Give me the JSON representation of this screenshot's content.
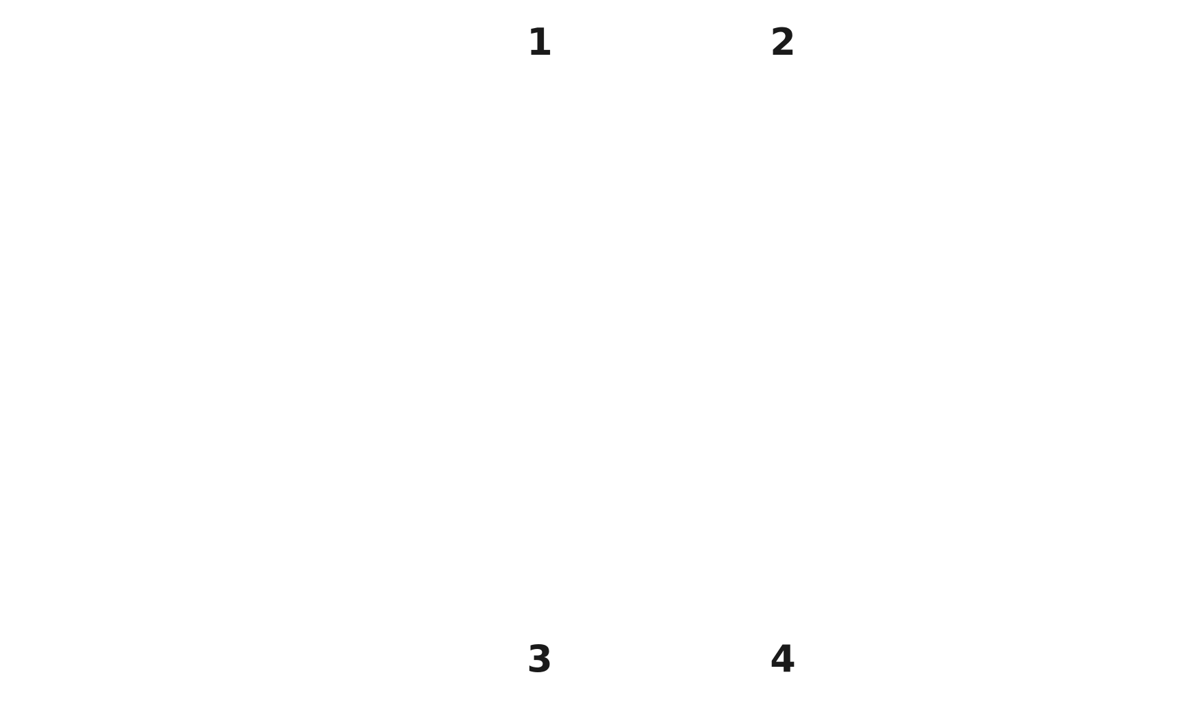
{
  "labels": [
    "1",
    "2",
    "3",
    "4"
  ],
  "colors": {
    "background": "#ffffff",
    "text": "#1a1a1a"
  }
}
